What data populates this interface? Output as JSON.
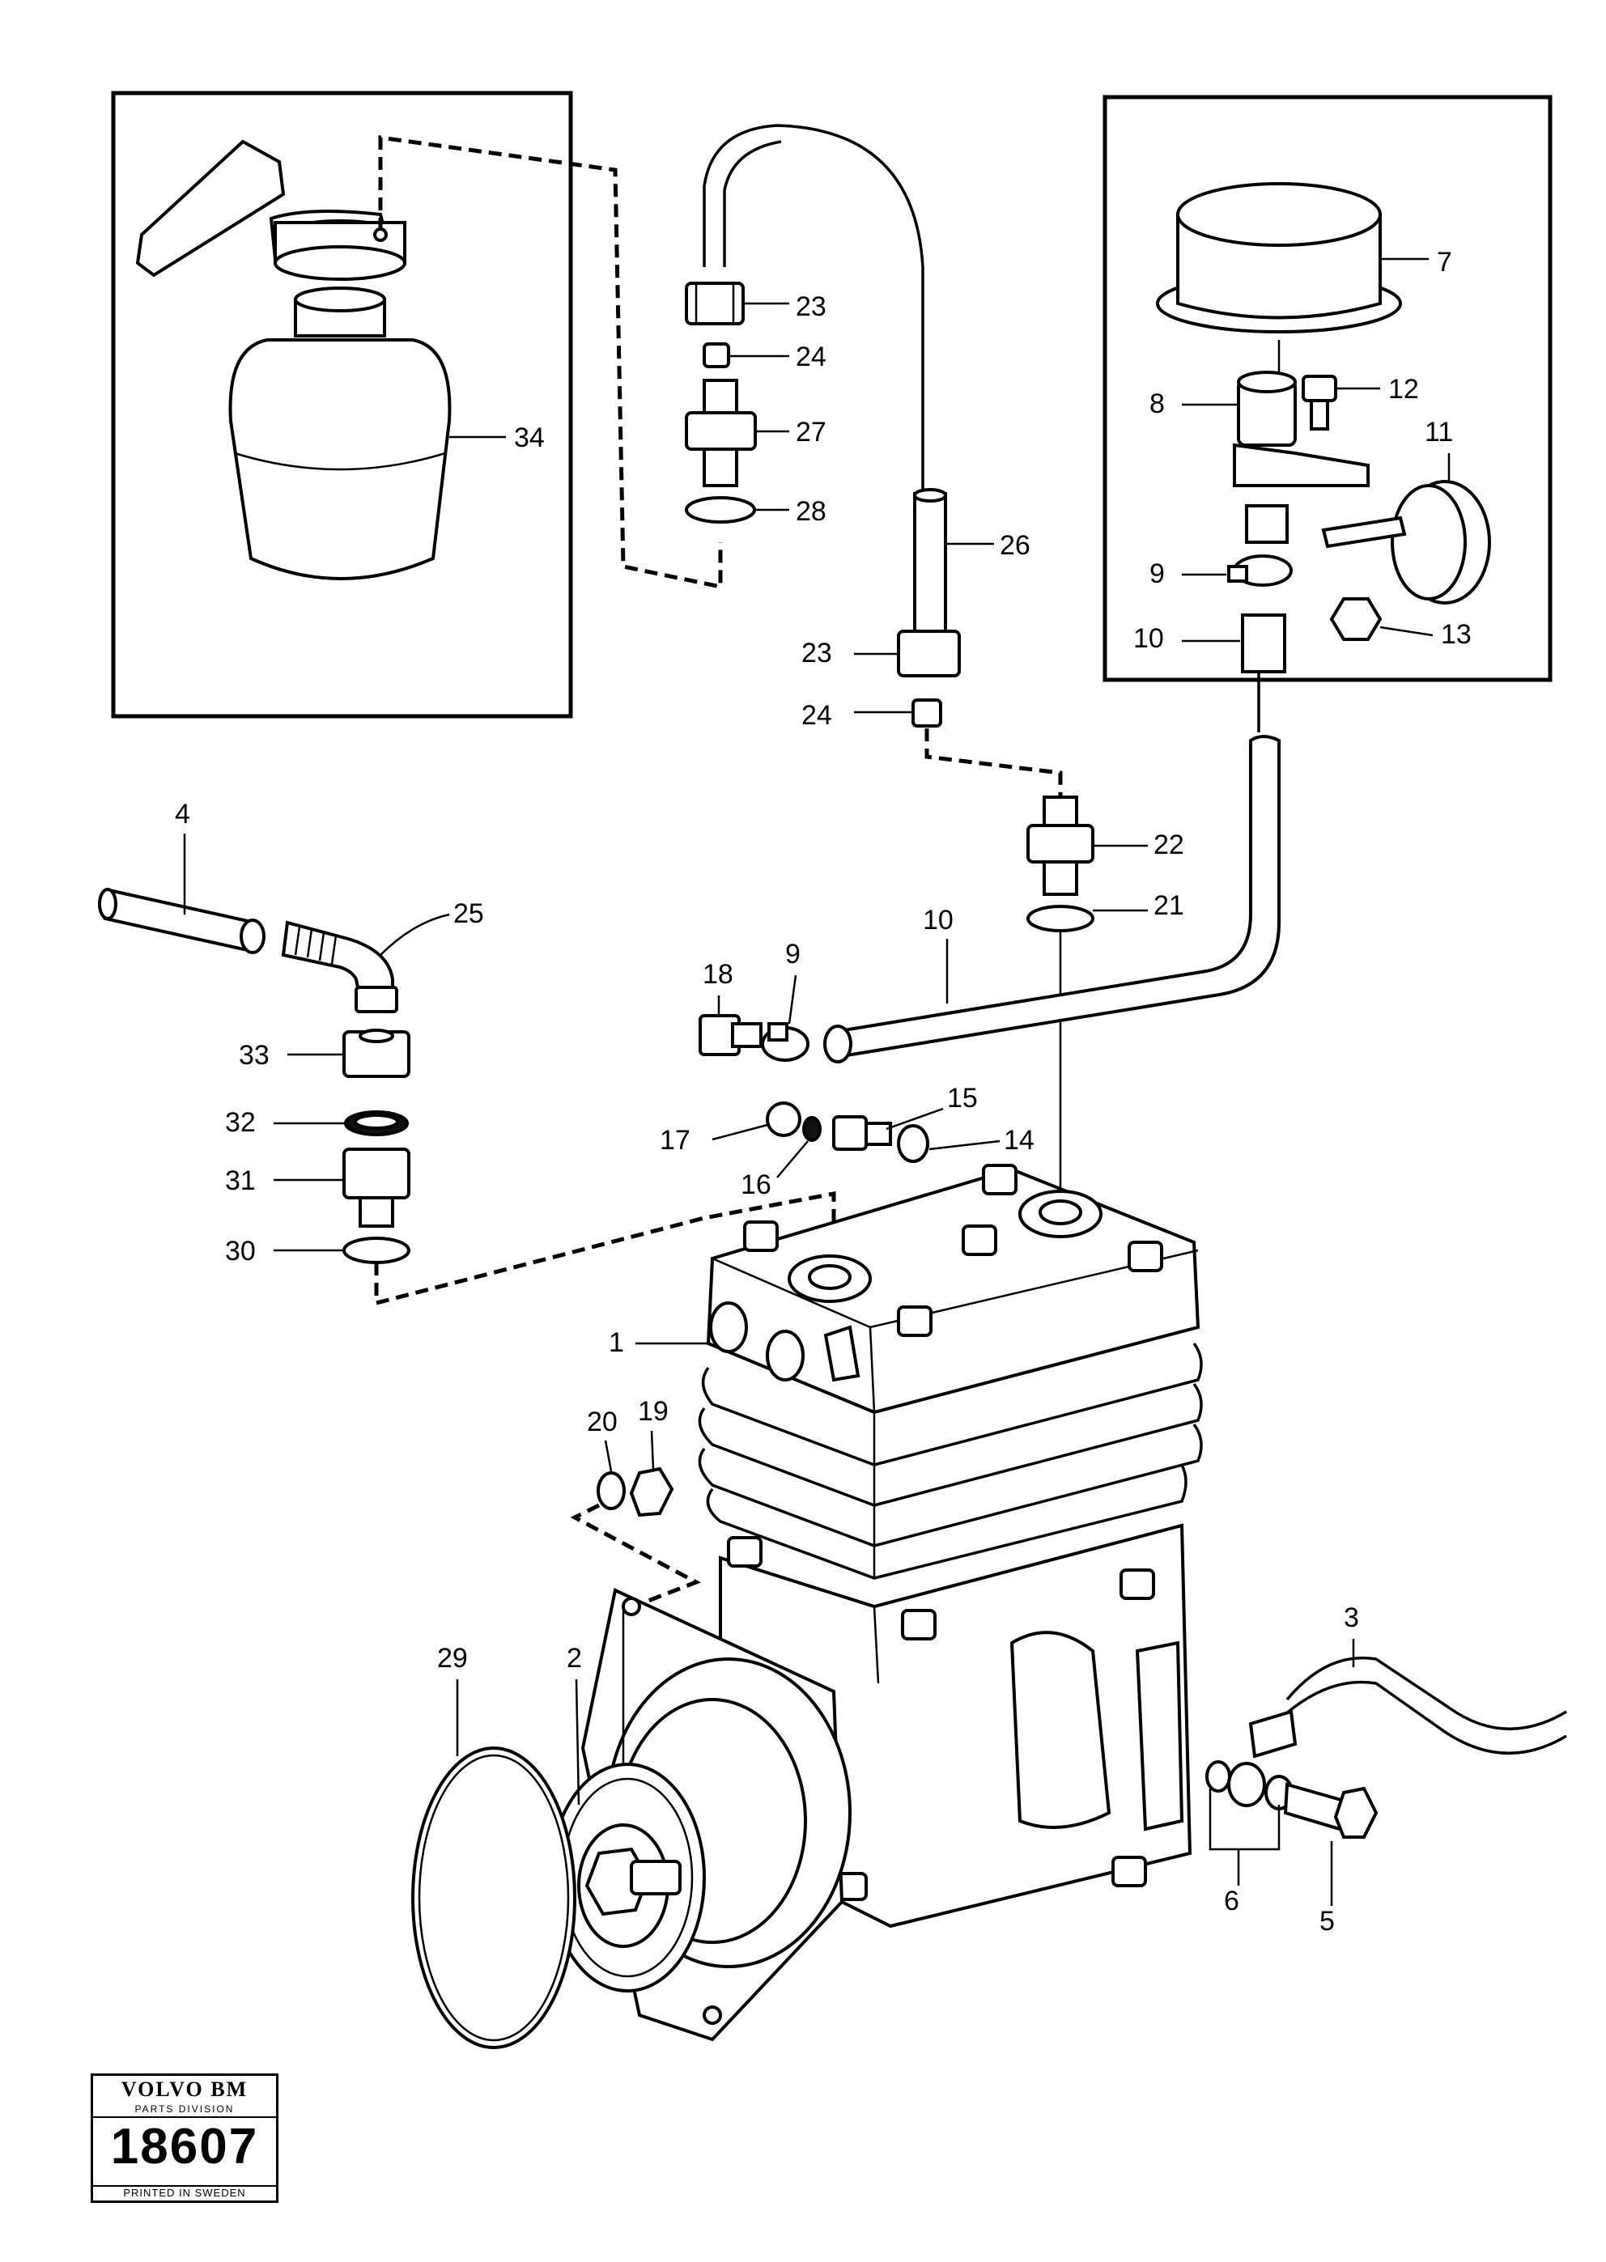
{
  "callouts": [
    {
      "id": "c1",
      "text": "1"
    },
    {
      "id": "c2",
      "text": "2"
    },
    {
      "id": "c3",
      "text": "3"
    },
    {
      "id": "c4",
      "text": "4"
    },
    {
      "id": "c5",
      "text": "5"
    },
    {
      "id": "c6",
      "text": "6"
    },
    {
      "id": "c7",
      "text": "7"
    },
    {
      "id": "c8",
      "text": "8"
    },
    {
      "id": "c9a",
      "text": "9"
    },
    {
      "id": "c9b",
      "text": "9"
    },
    {
      "id": "c10a",
      "text": "10"
    },
    {
      "id": "c10b",
      "text": "10"
    },
    {
      "id": "c11",
      "text": "11"
    },
    {
      "id": "c12",
      "text": "12"
    },
    {
      "id": "c13",
      "text": "13"
    },
    {
      "id": "c14",
      "text": "14"
    },
    {
      "id": "c15",
      "text": "15"
    },
    {
      "id": "c16",
      "text": "16"
    },
    {
      "id": "c17",
      "text": "17"
    },
    {
      "id": "c18",
      "text": "18"
    },
    {
      "id": "c19",
      "text": "19"
    },
    {
      "id": "c20",
      "text": "20"
    },
    {
      "id": "c21",
      "text": "21"
    },
    {
      "id": "c22",
      "text": "22"
    },
    {
      "id": "c23a",
      "text": "23"
    },
    {
      "id": "c23b",
      "text": "23"
    },
    {
      "id": "c24a",
      "text": "24"
    },
    {
      "id": "c24b",
      "text": "24"
    },
    {
      "id": "c25",
      "text": "25"
    },
    {
      "id": "c26",
      "text": "26"
    },
    {
      "id": "c27",
      "text": "27"
    },
    {
      "id": "c28",
      "text": "28"
    },
    {
      "id": "c29",
      "text": "29"
    },
    {
      "id": "c30",
      "text": "30"
    },
    {
      "id": "c31",
      "text": "31"
    },
    {
      "id": "c32",
      "text": "32"
    },
    {
      "id": "c33",
      "text": "33"
    },
    {
      "id": "c34",
      "text": "34"
    }
  ],
  "logo": {
    "brand": "VOLVO BM",
    "division": "PARTS DIVISION",
    "number": "18607",
    "printed": "PRINTED IN SWEDEN"
  }
}
